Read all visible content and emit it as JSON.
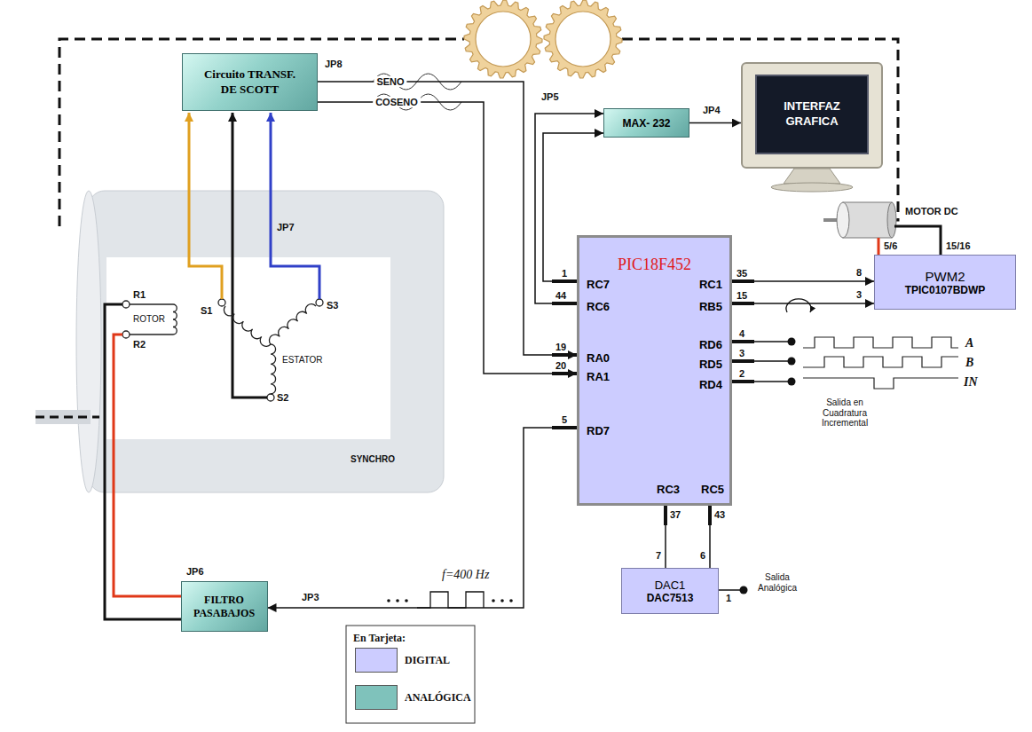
{
  "diagram": {
    "nodes": [
      {
        "text": [
          "Circuito TRANSF. DE SCOTT"
        ]
      },
      {
        "text": [
          "MAX- 232"
        ]
      },
      {
        "text": [
          "INTERFAZ GRAFICA"
        ]
      },
      {
        "text": [
          "PIC18F452",
          "RC7",
          "RC6",
          "RA0",
          "RA1",
          "RD7",
          "RC1",
          "RB5",
          "RD6",
          "RD5",
          "RD4",
          "RC3",
          "RC5"
        ]
      },
      {
        "text": [
          "PWM2",
          "TPIC0107BDWP"
        ]
      },
      {
        "text": [
          "DAC1",
          "DAC7513"
        ]
      },
      {
        "text": [
          "FILTRO PASABAJOS"
        ]
      }
    ],
    "edges": [
      {
        "from": 0,
        "to": 3,
        "arrow": "to",
        "label": "SENO"
      },
      {
        "from": 0,
        "to": 3,
        "arrow": "to",
        "label": "COSENO"
      },
      {
        "from": 3,
        "to": 1,
        "arrow": "to"
      },
      {
        "from": 3,
        "to": 1,
        "arrow": "to"
      },
      {
        "from": 1,
        "to": 2,
        "arrow": "to"
      },
      {
        "from": 3,
        "to": 4,
        "arrow": "to"
      },
      {
        "from": 3,
        "to": 4,
        "arrow": "to"
      },
      {
        "from": 3,
        "to": 5,
        "arrow": "none"
      },
      {
        "from": 3,
        "to": 5,
        "arrow": "none"
      },
      {
        "from": 3,
        "to": 6,
        "arrow": "to"
      }
    ],
    "labels": [
      "JP8",
      "JP7",
      "JP5",
      "JP4",
      "JP6",
      "JP3",
      "S1",
      "S2",
      "S3",
      "R1",
      "R2",
      "ROTOR",
      "ESTATOR",
      "SYNCHRO",
      "MOTOR DC",
      "1",
      "44",
      "19",
      "20",
      "5",
      "35",
      "15",
      "4",
      "3",
      "2",
      "37",
      "43",
      "8",
      "3",
      "5/6",
      "15/16",
      "7",
      "6",
      "1",
      "Salida Analógica",
      "A",
      "B",
      "IN",
      "Salida en Cuadratura Incremental",
      "f=400 Hz",
      "En Tarjeta:"
    ],
    "legend": [
      {
        "text": "DIGITAL",
        "color": "#ccccff"
      },
      {
        "text": "ANALÓGICA",
        "color": "#7fc2bb"
      }
    ]
  }
}
